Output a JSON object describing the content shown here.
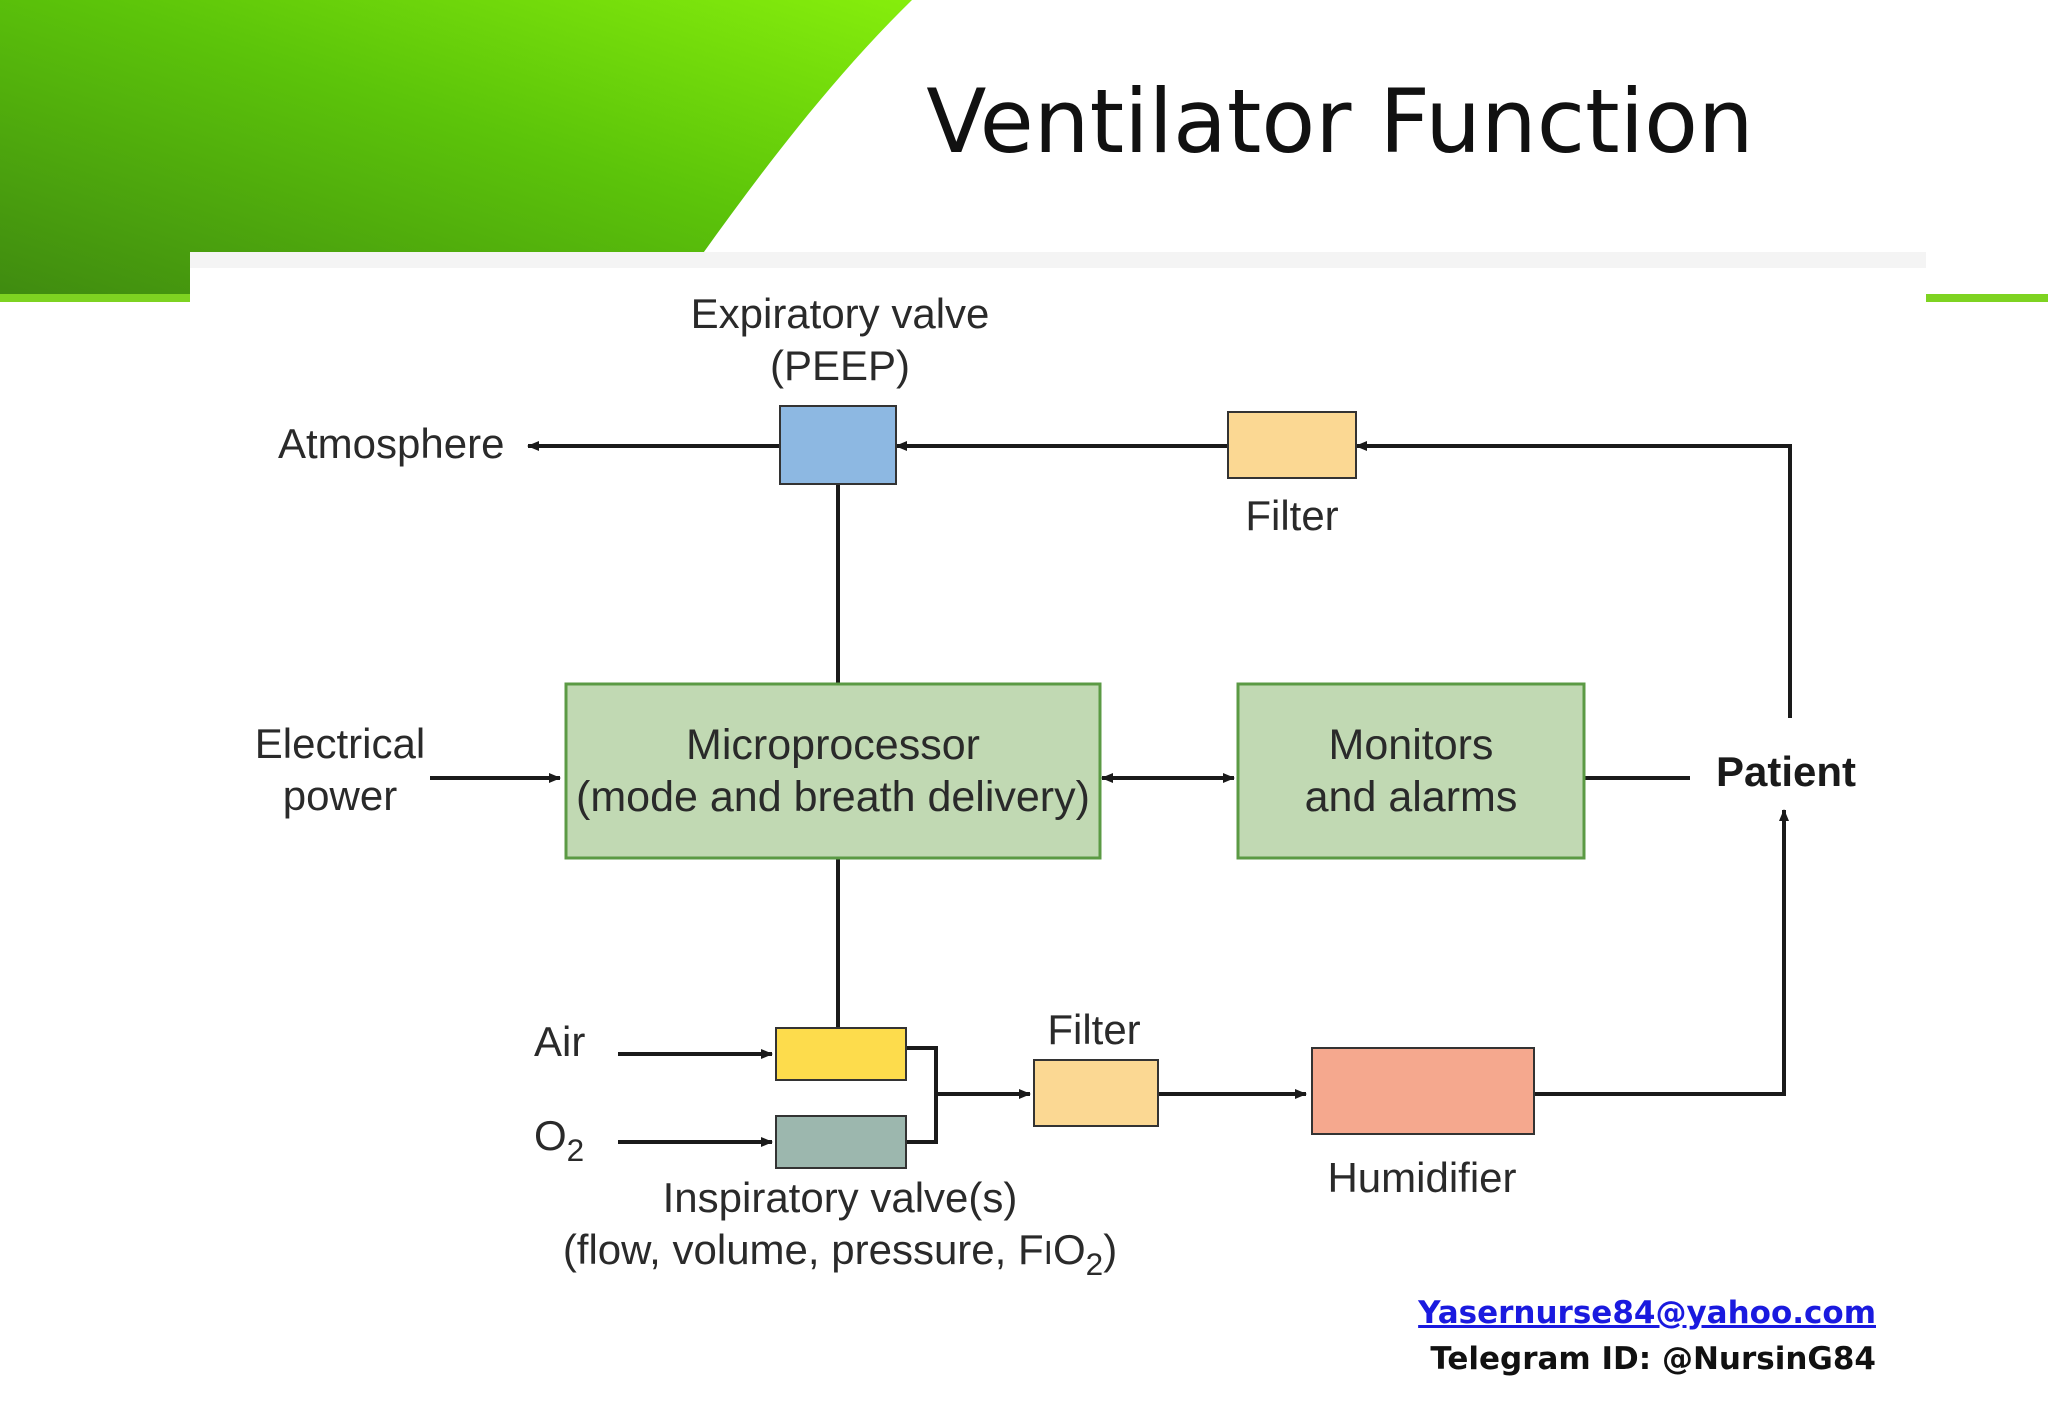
{
  "slide": {
    "title": "Ventilator Function",
    "colors": {
      "green_dark": "#3f8a10",
      "green_light": "#7ee00a",
      "accent_line": "#7ed321"
    }
  },
  "diagram": {
    "expiratory_valve": {
      "line1": "Expiratory valve",
      "line2": "(PEEP)",
      "color": "#8db8e2"
    },
    "atmosphere": "Atmosphere",
    "filter_top": {
      "label": "Filter",
      "color": "#fbd893"
    },
    "electrical_power": {
      "line1": "Electrical",
      "line2": "power"
    },
    "microprocessor": {
      "line1": "Microprocessor",
      "line2": "(mode and breath delivery)",
      "color": "#c1d9b3"
    },
    "monitors": {
      "line1": "Monitors",
      "line2": "and alarms",
      "color": "#c1d9b3"
    },
    "patient": "Patient",
    "air": "Air",
    "o2": {
      "base": "O",
      "sub": "2"
    },
    "air_valve_color": "#fddc4c",
    "o2_valve_color": "#9cb7ae",
    "filter_bottom": {
      "label": "Filter",
      "color": "#fbd893"
    },
    "humidifier": {
      "label": "Humidifier",
      "color": "#f5a88e"
    },
    "inspiratory_valve": {
      "line1": "Inspiratory valve(s)",
      "line2_prefix": "(flow, volume, pressure, F",
      "line2_i": "I",
      "line2_o": "O",
      "line2_sub": "2",
      "line2_suffix": ")"
    }
  },
  "footer": {
    "email": "Yasernurse84@yahoo.com",
    "telegram": "Telegram ID: @NursinG84"
  }
}
